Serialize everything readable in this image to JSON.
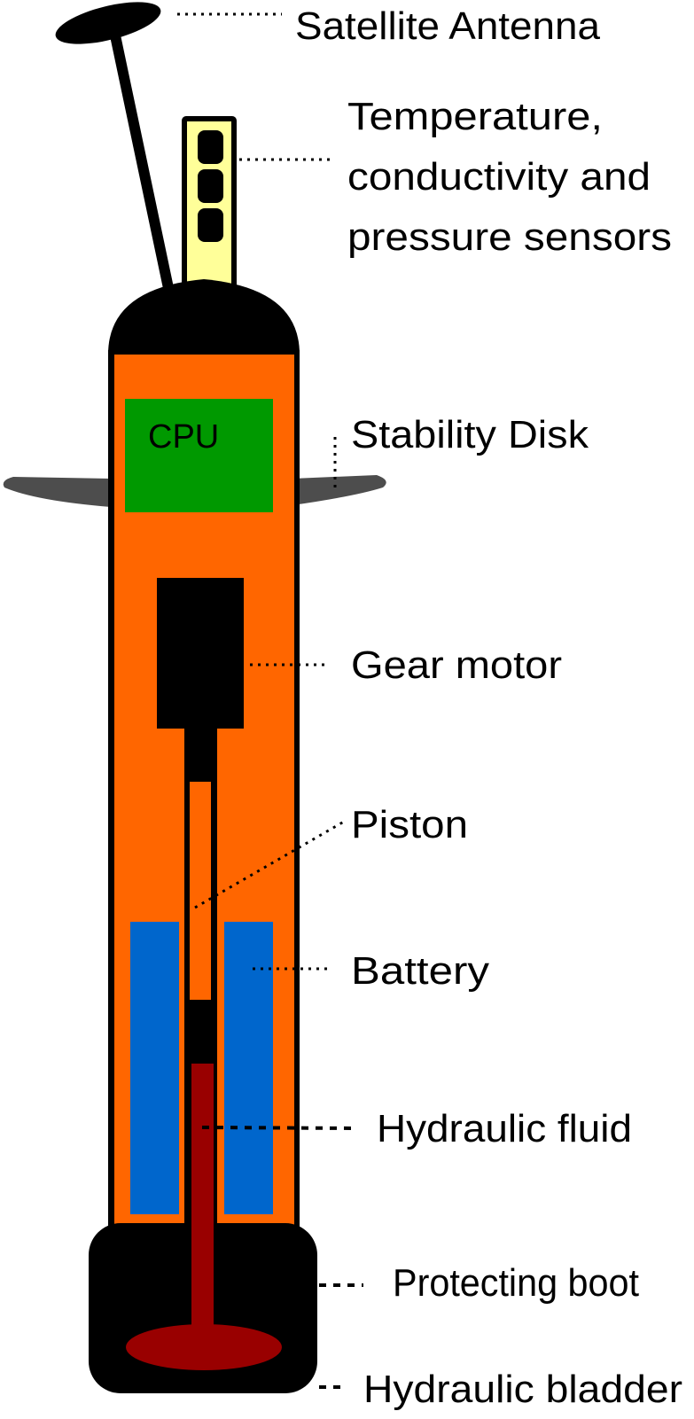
{
  "labels": {
    "antenna": "Satellite Antenna",
    "sensors_1": "Temperature,",
    "sensors_2": "conductivity and",
    "sensors_3": "pressure sensors",
    "disk": "Stability Disk",
    "motor": "Gear motor",
    "piston": "Piston",
    "battery": "Battery",
    "fluid": "Hydraulic fluid",
    "boot": "Protecting boot",
    "bladder": "Hydraulic bladder",
    "cpu": "CPU"
  },
  "colors": {
    "body": "#FF6600",
    "cpu": "#009900",
    "battery": "#0066CC",
    "fluid": "#990000",
    "sensor": "#FFFF99",
    "disk": "#4D4D4D"
  }
}
